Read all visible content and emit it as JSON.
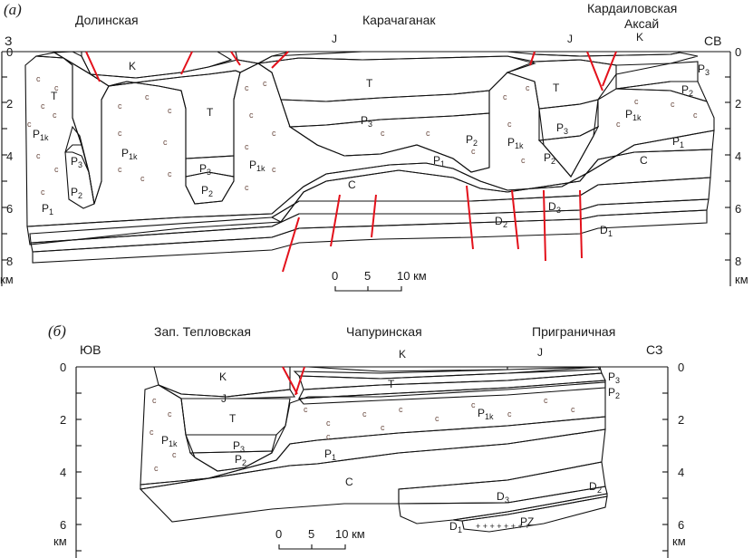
{
  "top": {
    "panel": "(а)",
    "wells": [
      {
        "name": "Долинская"
      },
      {
        "name": "Карачаганак"
      },
      {
        "name": "Кардаиловская"
      },
      {
        "name": "Аксай"
      }
    ],
    "dir_left": "З",
    "dir_right": "СВ",
    "depth_ticks": [
      "0",
      "2",
      "4",
      "6",
      "8"
    ],
    "depth_unit": "км",
    "scale": {
      "ticks": [
        "0",
        "5",
        "10 км"
      ]
    },
    "labels": {
      "K": "K",
      "J": "J",
      "T": "T",
      "P1k": "P",
      "P1k_sub": "1k",
      "P3": "P",
      "P3_sub": "3",
      "P2": "P",
      "P2_sub": "2",
      "P1": "P",
      "P1_sub": "1",
      "C": "C",
      "D1": "D",
      "D1_sub": "1",
      "D2": "D",
      "D2_sub": "2",
      "D3": "D",
      "D3_sub": "3"
    }
  },
  "bottom": {
    "panel": "(б)",
    "wells": [
      {
        "name": "Зап. Тепловская"
      },
      {
        "name": "Чапуринская"
      },
      {
        "name": "Приграничная"
      }
    ],
    "dir_left": "ЮВ",
    "dir_right": "СЗ",
    "depth_ticks": [
      "0",
      "2",
      "4",
      "6"
    ],
    "depth_unit": "км",
    "scale": {
      "ticks": [
        "0",
        "5",
        "10 км"
      ]
    },
    "labels": {
      "PZ": "PZ"
    }
  },
  "colors": {
    "K": "#8dc14d",
    "J": "#18a8e0",
    "T": "#8a3c97",
    "P1k": "#dc9e8c",
    "P3": "#f4c0ad",
    "P2": "#ea8772",
    "P1": "#e0604f",
    "C": "#5ea9b3",
    "D3": "#f5e2b8",
    "D2": "#f0d090",
    "D1": "#e6b665",
    "PZ": "#e35686",
    "fault": "#e3111b"
  }
}
